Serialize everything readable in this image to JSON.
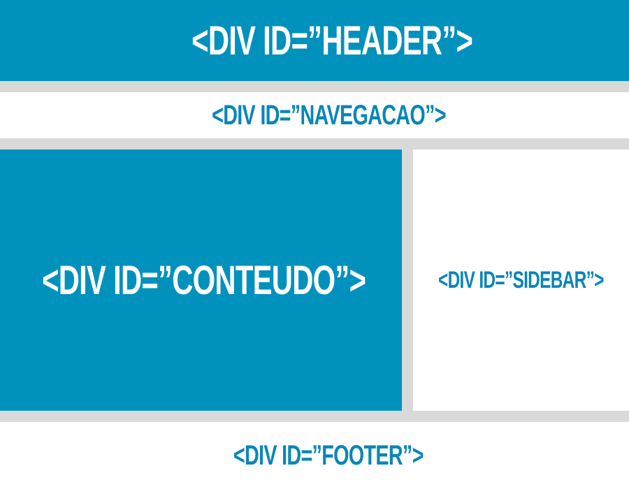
{
  "diagram": {
    "header": {
      "label": "<DIV ID=”HEADER”>"
    },
    "navigation": {
      "label": "<DIV ID=”NAVEGACAO”>"
    },
    "content": {
      "label": "<DIV ID=”CONTEUDO”>"
    },
    "sidebar": {
      "label": "<DIV ID=”SIDEBAR”>"
    },
    "footer": {
      "label": "<DIV ID=”FOOTER”>"
    }
  },
  "colors": {
    "blue": "#0091bd",
    "white": "#ffffff",
    "divider_gray": "#d9d9d9",
    "text_blue": "#0a86b7"
  }
}
